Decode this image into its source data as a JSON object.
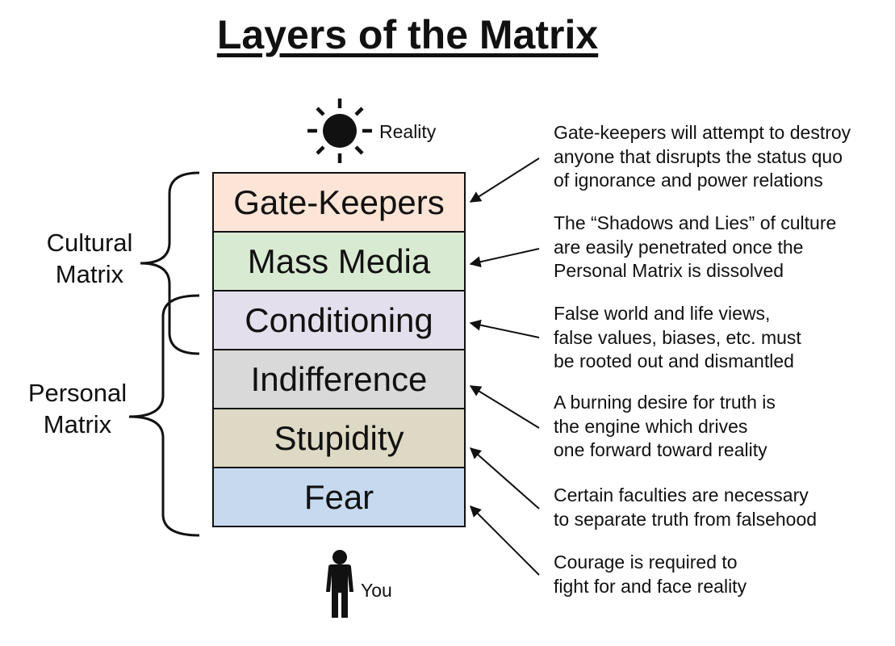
{
  "title": "Layers of the Matrix",
  "top_label": "Reality",
  "bottom_label": "You",
  "layers": [
    {
      "label": "Gate-Keepers",
      "color": "#fce4d6"
    },
    {
      "label": "Mass Media",
      "color": "#d9ead3"
    },
    {
      "label": "Conditioning",
      "color": "#e4dfec"
    },
    {
      "label": "Indifference",
      "color": "#d9d9d9"
    },
    {
      "label": "Stupidity",
      "color": "#ddd9c4"
    },
    {
      "label": "Fear",
      "color": "#c6d9ef"
    }
  ],
  "groups": {
    "cultural": [
      "Cultural",
      "Matrix"
    ],
    "personal": [
      "Personal",
      "Matrix"
    ]
  },
  "notes": [
    [
      "Gate-keepers will attempt to destroy",
      "anyone that disrupts the status quo",
      "of ignorance and power relations"
    ],
    [
      "The “Shadows and Lies” of culture",
      "are easily penetrated once the",
      "Personal Matrix is dissolved"
    ],
    [
      "False world and life views,",
      "false values, biases, etc. must",
      "be rooted out and dismantled"
    ],
    [
      "A burning desire for truth is",
      "the engine which drives",
      "one forward toward reality"
    ],
    [
      "Certain faculties are necessary",
      "to separate truth from falsehood"
    ],
    [
      "Courage is required to",
      "fight for and face reality"
    ]
  ]
}
